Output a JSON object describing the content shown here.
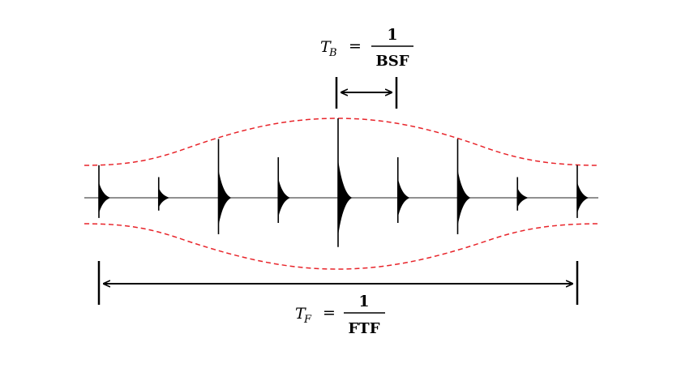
{
  "formulas": {
    "bearing": {
      "var": "T",
      "sub": "B",
      "eq": "=",
      "numerator": "1",
      "denominator": "BSF"
    },
    "fundamental": {
      "var": "T",
      "sub": "F",
      "eq": "=",
      "numerator": "1",
      "denominator": "FTF"
    }
  },
  "colors": {
    "signal": "#000000",
    "envelope": "#e8242a"
  },
  "impulses": {
    "relative_amplitudes": [
      0.41,
      0.26,
      0.74,
      0.51,
      1.0,
      0.51,
      0.74,
      0.26,
      0.41
    ]
  }
}
